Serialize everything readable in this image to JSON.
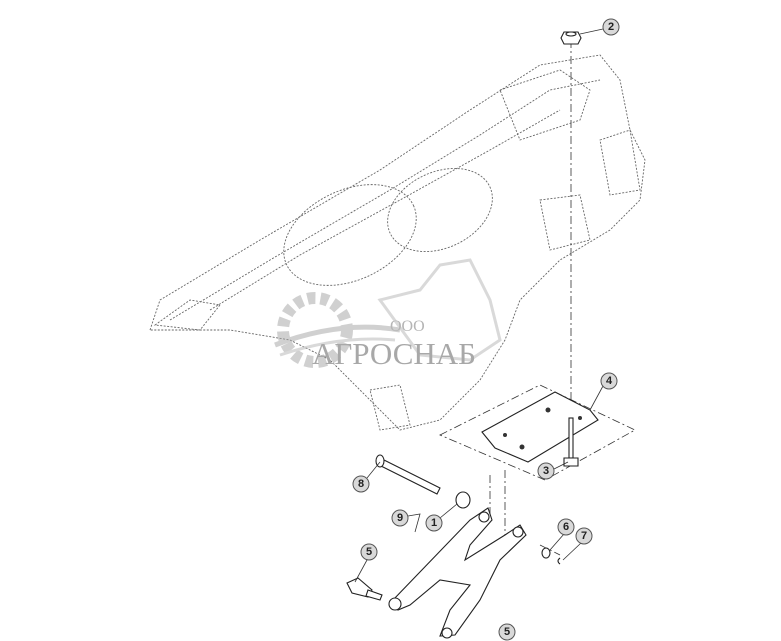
{
  "diagram": {
    "callouts": [
      {
        "id": "callout-2",
        "label": "2"
      },
      {
        "id": "callout-4",
        "label": "4"
      },
      {
        "id": "callout-3",
        "label": "3"
      },
      {
        "id": "callout-8",
        "label": "8"
      },
      {
        "id": "callout-9",
        "label": "9"
      },
      {
        "id": "callout-1",
        "label": "1"
      },
      {
        "id": "callout-6",
        "label": "6"
      },
      {
        "id": "callout-7",
        "label": "7"
      },
      {
        "id": "callout-5a",
        "label": "5"
      },
      {
        "id": "callout-5b",
        "label": "5"
      }
    ]
  },
  "watermark": {
    "prefix": "ООО",
    "name": "АГРОСНАБ",
    "color": "#b5b5b5"
  }
}
